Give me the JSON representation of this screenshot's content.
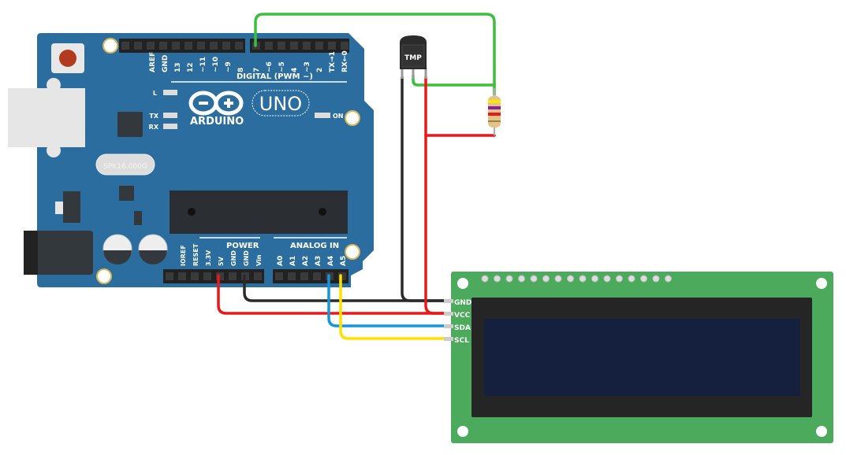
{
  "arduino": {
    "brand": "ARDUINO",
    "model": "UNO",
    "crystal": "SPK16.000G",
    "digital_title": "DIGITAL (PWM ~)",
    "digital_pins": [
      "AREF",
      "GND",
      "13",
      "12",
      "~11",
      "~10",
      "~9",
      "8",
      "7",
      "~6",
      "~5",
      "4",
      "~3",
      "2",
      "TX→1",
      "RX←0"
    ],
    "power_title": "POWER",
    "power_pins": [
      "IOREF",
      "RESET",
      "3.3V",
      "5V",
      "GND",
      "GND",
      "Vin"
    ],
    "analog_title": "ANALOG IN",
    "analog_pins": [
      "A0",
      "A1",
      "A2",
      "A3",
      "A4",
      "A5"
    ],
    "leds": {
      "l": "L",
      "tx": "TX",
      "rx": "RX",
      "on": "ON"
    },
    "board_color": "#2a6d9e"
  },
  "sensor": {
    "label": "TMP"
  },
  "lcd": {
    "pins": [
      "GND",
      "VCC",
      "SDA",
      "SCL"
    ],
    "board_color": "#4caa5c",
    "screen_color": "#15203f"
  },
  "wires": {
    "green": "#3cbf3c",
    "red": "#e8191b",
    "black": "#2a2a2a",
    "blue": "#1496dc",
    "yellow": "#ffe100"
  }
}
